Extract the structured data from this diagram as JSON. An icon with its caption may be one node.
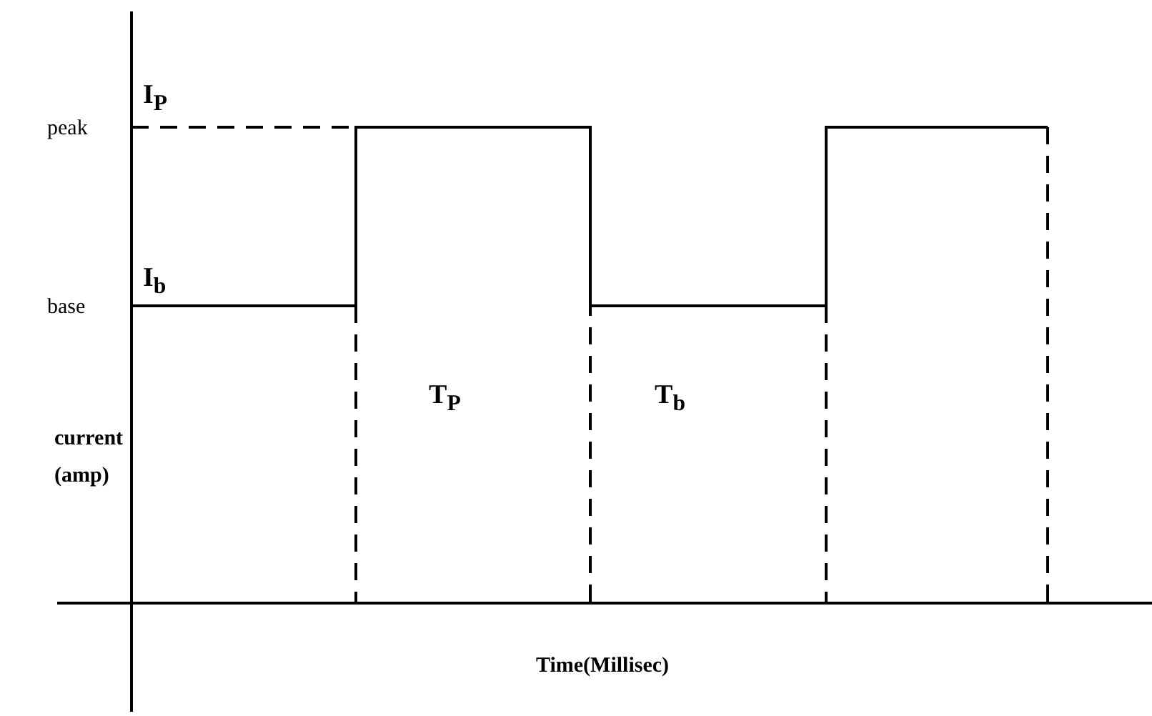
{
  "diagram": {
    "labels": [
      "I$_{P}$",
      "peak",
      "I$_{b}$",
      "base",
      "current (amp)",
      "T$_{P}$",
      "T$_{b}$",
      "Time(Millisec)"
    ]
  }
}
